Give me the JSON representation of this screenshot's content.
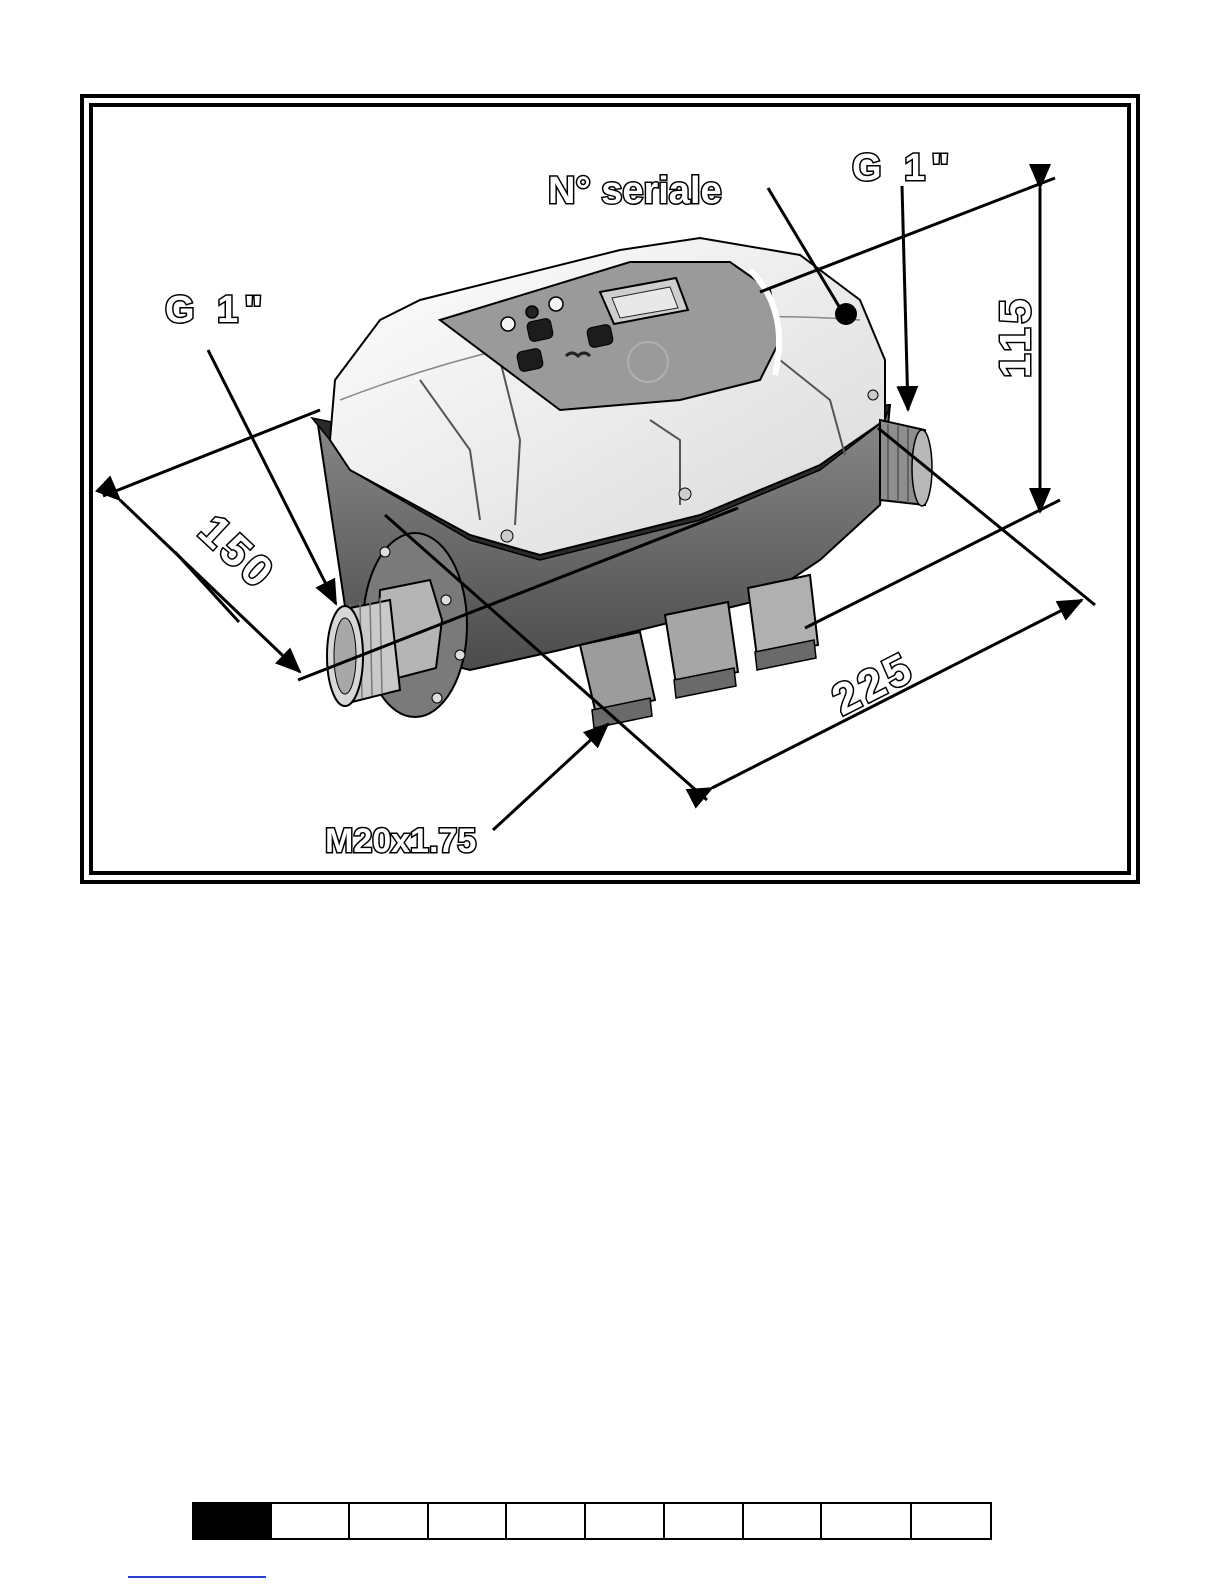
{
  "labels": {
    "inlet_thread": "G 1\"",
    "outlet_thread": "G 1\"",
    "serial": "N° seriale",
    "cable_gland": "M20x1.75",
    "dim_width": "150",
    "dim_length": "225",
    "dim_height": "115"
  },
  "index_bar": {
    "cells": 10,
    "active_cell": 1
  },
  "colors": {
    "ink": "#000000",
    "body": "#6e6e6e",
    "cover": "#f4f4f4",
    "panel": "#9a9a9a",
    "footer_rule": "#2b3fd1"
  }
}
